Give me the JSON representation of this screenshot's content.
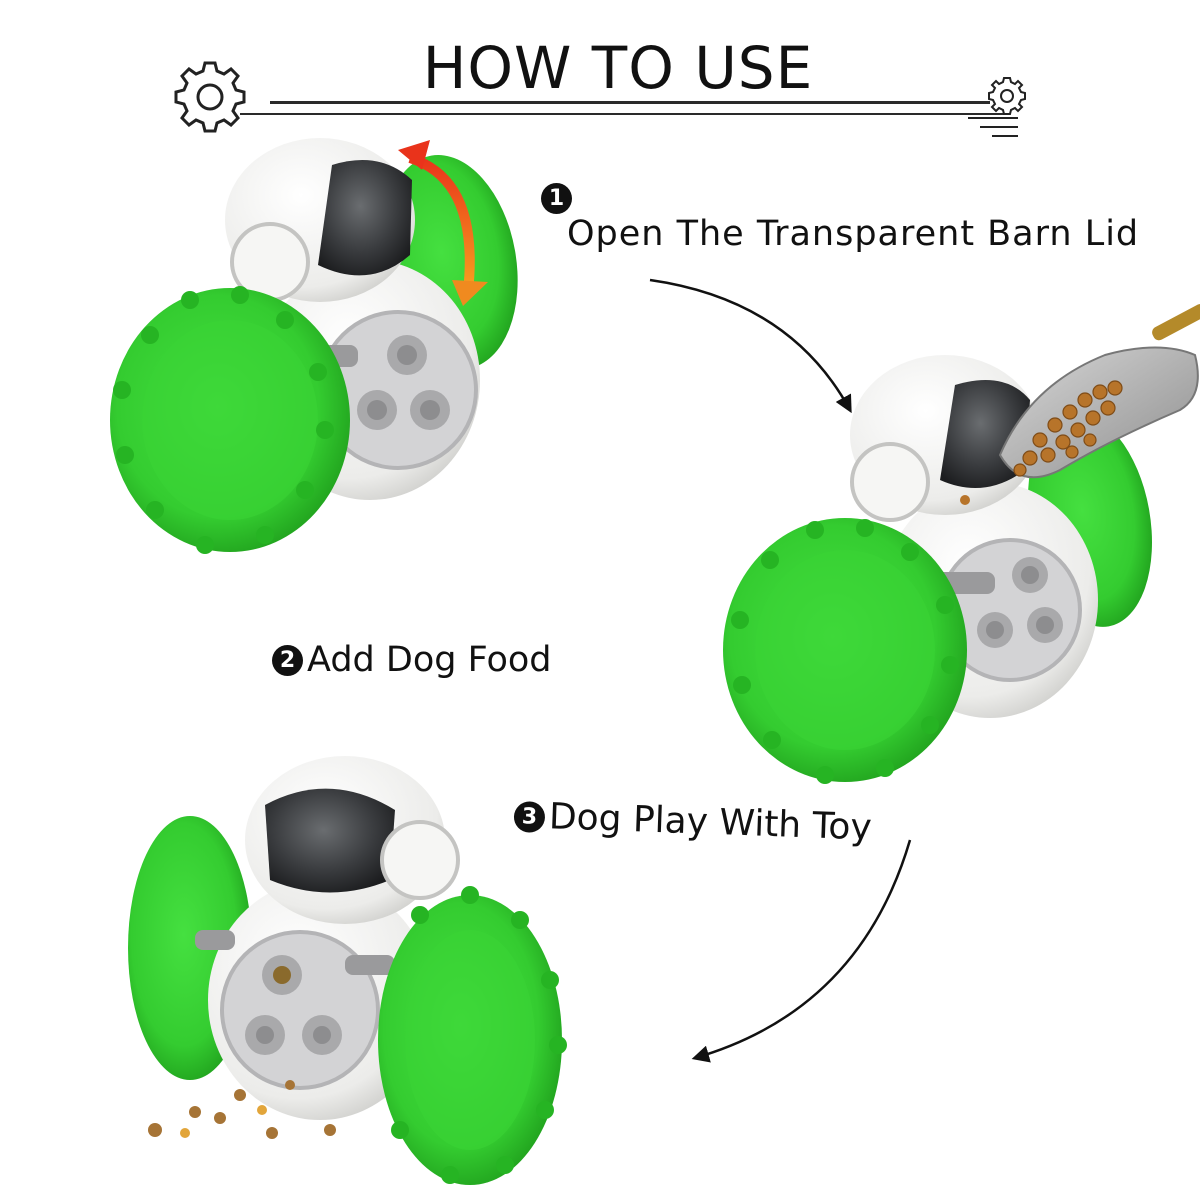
{
  "header": {
    "title": "HOW TO USE"
  },
  "steps": [
    {
      "number": "1",
      "text": "Open The Transparent Barn Lid"
    },
    {
      "number": "2",
      "text": "Add Dog Food"
    },
    {
      "number": "3",
      "text": "Dog Play With Toy"
    }
  ],
  "colors": {
    "wheel_green": "#37d133",
    "wheel_dark": "#22a81f",
    "shell_white": "#f4f4f2",
    "panel_gray": "#c9c9cb",
    "lid_dark": "#3b3d40",
    "arrow_orange": "#f0601c",
    "text": "#111111"
  },
  "icons": [
    "gear-icon-large",
    "gear-icon-small",
    "flow-arrow",
    "lid-open-arrow",
    "scoop-icon"
  ]
}
